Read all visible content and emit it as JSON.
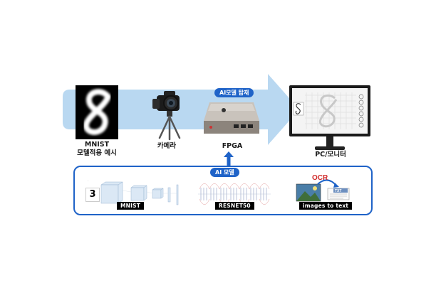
{
  "pipeline": {
    "stages": [
      {
        "line1": "MNIST",
        "line2": "모델적용 예시"
      },
      {
        "line1": "카메라",
        "line2": ""
      },
      {
        "line1": "FPGA",
        "line2": ""
      },
      {
        "line1": "PC/모니터",
        "line2": ""
      }
    ],
    "arrow_label": "AI모델 탑재"
  },
  "model_box": {
    "title": "AI 모델",
    "items": [
      {
        "label": "MNIST",
        "digit": "3"
      },
      {
        "label": "RESNET50"
      },
      {
        "label": "images to text",
        "ocr_text": "OCR",
        "txt_text": "TXT"
      }
    ]
  },
  "colors": {
    "arrow_fill": "#b9d8f1",
    "accent": "#1f63c8",
    "fpga_body": "#b7b0a8"
  }
}
